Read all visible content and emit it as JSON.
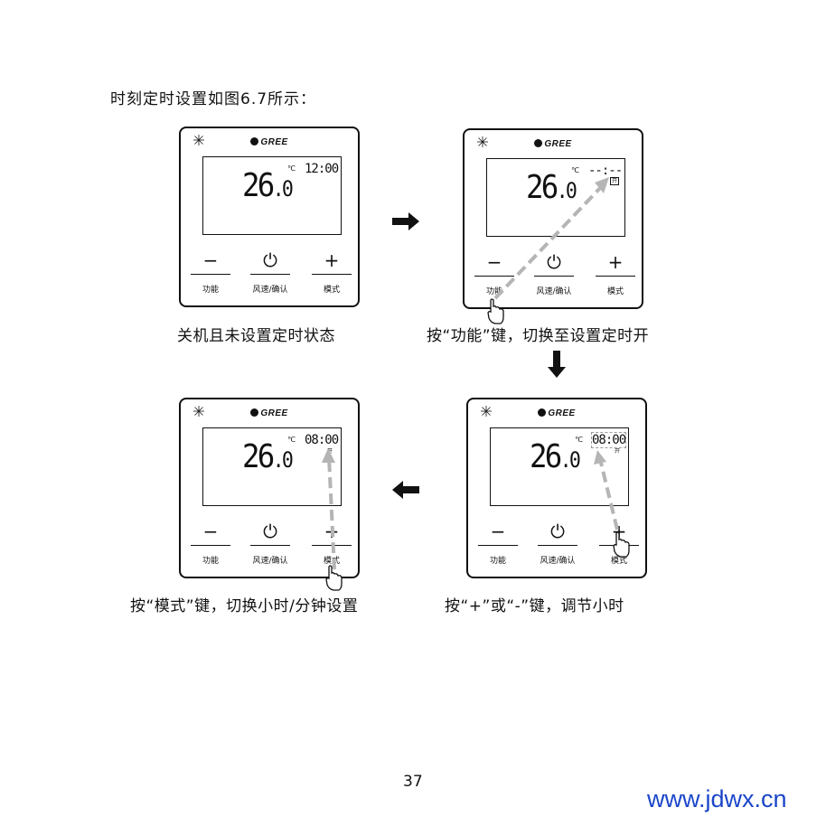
{
  "intro": "时刻定时设置如图6.7所示：",
  "brand": "GREE",
  "buttons": {
    "function": "功能",
    "fan": "风速/确认",
    "mode": "模式",
    "minus": "−",
    "power": "⏻",
    "plus": "+"
  },
  "display": {
    "temp_int": "26",
    "temp_dec": ".0",
    "unit": "℃",
    "kai": "开"
  },
  "panels": [
    {
      "clock": "12:00",
      "caption": "关机且未设置定时状态"
    },
    {
      "clock": "--:--",
      "caption": "按“功能”键，切换至设置定时开"
    },
    {
      "clock": "08:00",
      "caption": "按“模式”键，切换小时/分钟设置"
    },
    {
      "clock": "08:00",
      "caption": "按“+”或“-”键，调节小时"
    }
  ],
  "page_number": "37",
  "watermark": "www.jdwx.cn",
  "colors": {
    "text": "#111111",
    "dash_arrow": "#b5b5b5",
    "watermark": "#1b46c9"
  },
  "icons": [
    "sun-icon",
    "gree-logo",
    "power-icon",
    "hand-pointer-icon",
    "arrow-right-icon",
    "arrow-down-icon",
    "arrow-left-icon"
  ]
}
